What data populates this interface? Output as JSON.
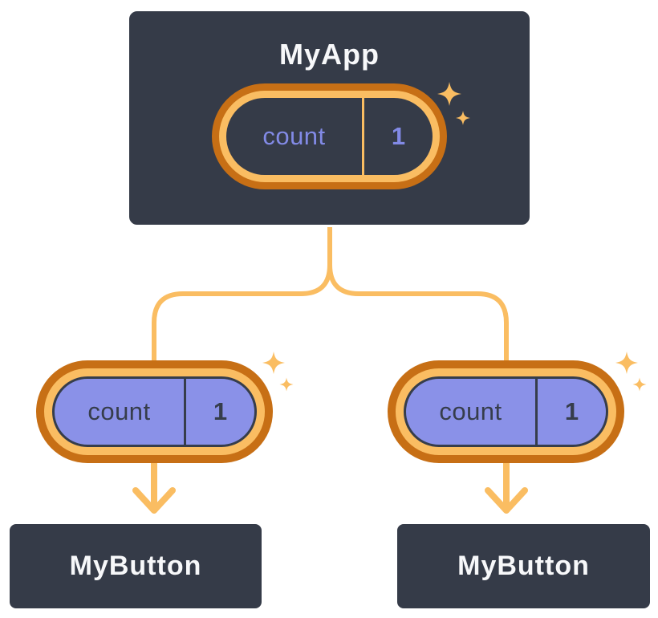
{
  "tree": {
    "root": {
      "label": "MyApp",
      "state": {
        "name": "count",
        "value": "1"
      }
    },
    "children": [
      {
        "label": "MyButton",
        "state": {
          "name": "count",
          "value": "1"
        }
      },
      {
        "label": "MyButton",
        "state": {
          "name": "count",
          "value": "1"
        }
      }
    ]
  },
  "icons": {
    "sparkle": "sparkle-icon"
  },
  "colors": {
    "node_background": "#353B48",
    "node_border": "#FFFFFF",
    "node_text": "#F7F8FA",
    "ring_outer_orange": "#C76F15",
    "ring_inner_orange": "#FABD62",
    "connector_orange": "#FABD62",
    "state_fill_purple": "#8A91E8",
    "state_text_periwinkle": "#828AE6",
    "state_dark_text": "#363D4B"
  }
}
